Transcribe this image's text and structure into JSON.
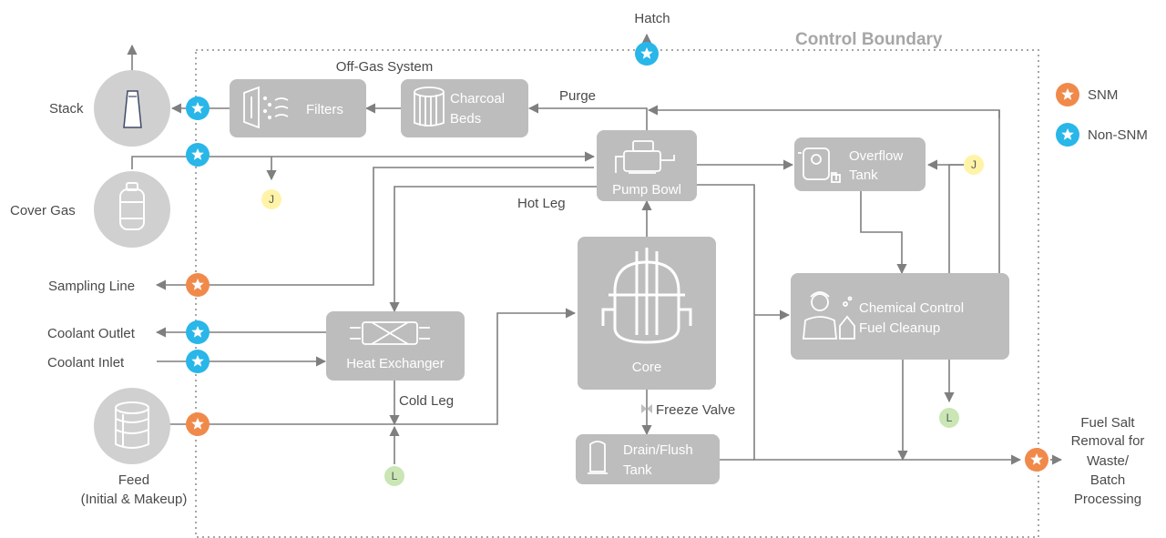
{
  "boundary": {
    "title": "Control Boundary"
  },
  "legend": [
    {
      "label": "SNM",
      "color": "#f08a4b"
    },
    {
      "label": "Non-SNM",
      "color": "#29b6e8"
    }
  ],
  "components": {
    "filters": "Filters",
    "charcoal_1": "Charcoal",
    "charcoal_2": "Beds",
    "pump_bowl": "Pump Bowl",
    "overflow_1": "Overflow",
    "overflow_2": "Tank",
    "core": "Core",
    "heat_exchanger": "Heat Exchanger",
    "chem_1": "Chemical Control",
    "chem_2": "Fuel Cleanup",
    "drain_1": "Drain/Flush",
    "drain_2": "Tank"
  },
  "external": {
    "stack": "Stack",
    "cover_gas": "Cover Gas",
    "feed_1": "Feed",
    "feed_2": "(Initial & Makeup)",
    "hatch": "Hatch",
    "sampling_line": "Sampling Line",
    "coolant_outlet": "Coolant Outlet",
    "coolant_inlet": "Coolant Inlet",
    "removal_1": "Fuel Salt",
    "removal_2": "Removal for",
    "removal_3": "Waste/",
    "removal_4": "Batch",
    "removal_5": "Processing"
  },
  "flow_labels": {
    "off_gas": "Off-Gas System",
    "purge": "Purge",
    "hot_leg": "Hot Leg",
    "cold_leg": "Cold Leg",
    "freeze_valve": "Freeze Valve"
  },
  "badges": {
    "j": "J",
    "l": "L"
  },
  "colors": {
    "box": "#bdbdbd",
    "external_circle": "#d0d0d0",
    "line": "#7f7f7f",
    "snm": "#f08a4b",
    "non_snm": "#29b6e8",
    "junction_j": "#fff3a8",
    "junction_l": "#c9e6b4"
  }
}
